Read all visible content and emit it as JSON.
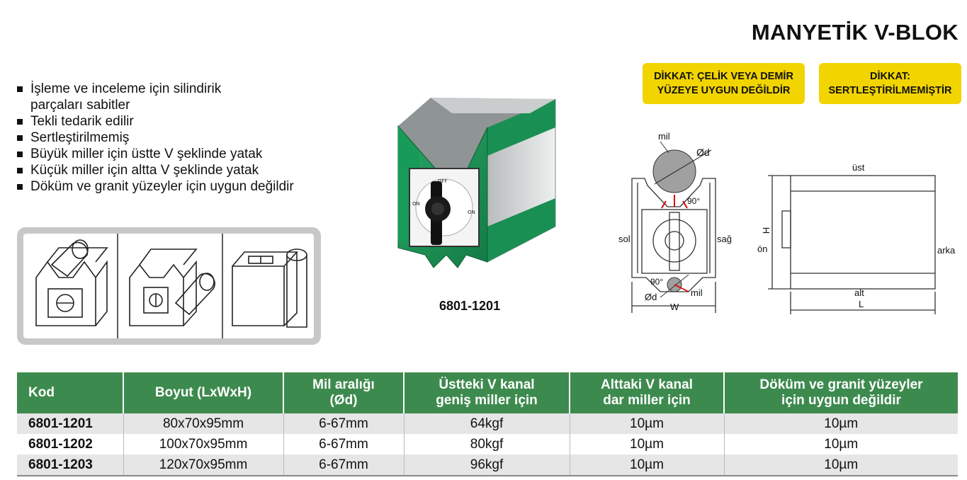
{
  "title": "MANYETİK V-BLOK",
  "features": [
    "İşleme ve inceleme için silindirik parçaları sabitler",
    "Tekli tedarik edilir",
    "Sertleştirilmemiş",
    "Büyük miller için üstte V şeklinde yatak",
    "Küçük miller için altta V şeklinde yatak",
    "Döküm ve granit yüzeyler için uygun değildir"
  ],
  "warnings": [
    {
      "line1": "DİKKAT: ÇELİK VEYA DEMİR",
      "line2": "YÜZEYE UYGUN DEĞİLDİR"
    },
    {
      "line1": "DİKKAT:",
      "line2": "SERTLEŞTİRİLMEMİŞTİR"
    }
  ],
  "product_code": "6801-1201",
  "dial": {
    "on": "ON",
    "off": "OFF"
  },
  "front_diagram": {
    "shaft_top": "mil",
    "diameter": "Ød",
    "angle": "90°",
    "left": "sol",
    "right": "sağ",
    "shaft_bottom": "mil",
    "diameter_bottom": "Ød",
    "width": "W"
  },
  "side_diagram": {
    "top": "üst",
    "height": "H",
    "front": "ön",
    "back": "arka",
    "bottom": "alt",
    "length": "L"
  },
  "colors": {
    "green": "#3d8a4e",
    "block_green": "#1f9a5a",
    "warning": "#f2d400"
  },
  "table": {
    "headers": [
      {
        "l1": "Kod",
        "l2": ""
      },
      {
        "l1": "Boyut (LxWxH)",
        "l2": ""
      },
      {
        "l1": "Mil aralığı",
        "l2": "(Ød)"
      },
      {
        "l1": "Üstteki V kanal",
        "l2": "geniş miller için"
      },
      {
        "l1": "Alttaki V kanal",
        "l2": "dar miller için"
      },
      {
        "l1": "Döküm ve granit yüzeyler",
        "l2": "için uygun değildir"
      }
    ],
    "rows": [
      [
        "6801-1201",
        "80x70x95mm",
        "6-67mm",
        "64kgf",
        "10µm",
        "10µm"
      ],
      [
        "6801-1202",
        "100x70x95mm",
        "6-67mm",
        "80kgf",
        "10µm",
        "10µm"
      ],
      [
        "6801-1203",
        "120x70x95mm",
        "6-67mm",
        "96kgf",
        "10µm",
        "10µm"
      ]
    ]
  }
}
